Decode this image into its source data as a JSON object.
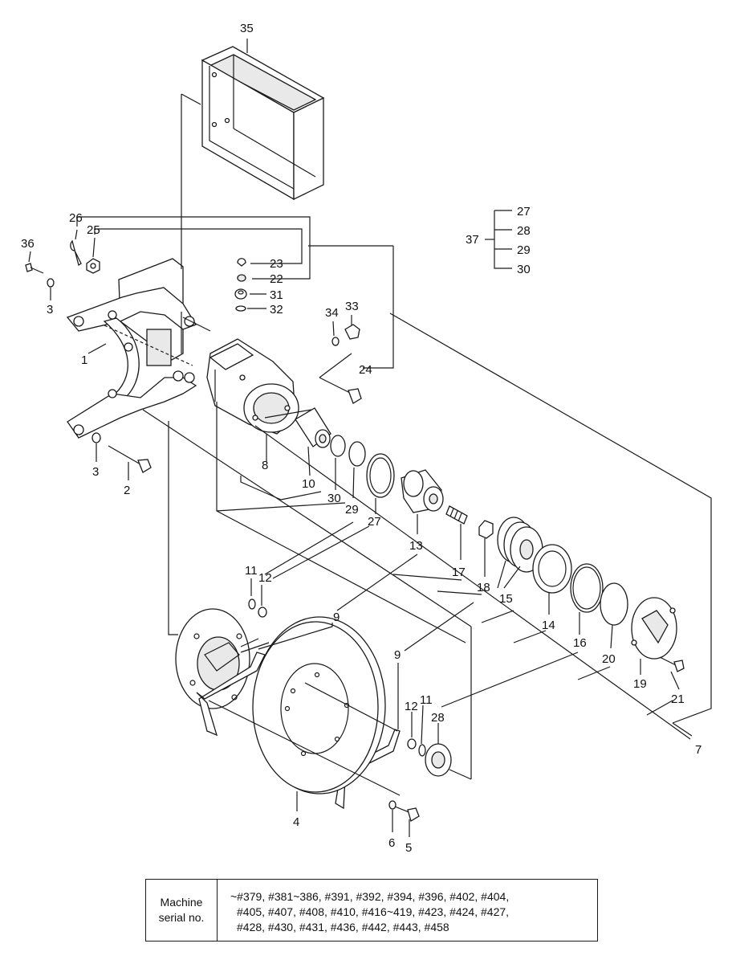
{
  "callouts": {
    "c1": "1",
    "c2": "2",
    "c3a": "3",
    "c3b": "3",
    "c4": "4",
    "c5": "5",
    "c6": "6",
    "c7": "7",
    "c8": "8",
    "c9a": "9",
    "c9b": "9",
    "c10": "10",
    "c11a": "11",
    "c11b": "11",
    "c12a": "12",
    "c12b": "12",
    "c13": "13",
    "c14": "14",
    "c15": "15",
    "c16": "16",
    "c17": "17",
    "c18": "18",
    "c19": "19",
    "c20": "20",
    "c21": "21",
    "c22": "22",
    "c23": "23",
    "c24": "24",
    "c25": "25",
    "c26": "26",
    "c27a": "27",
    "c27b": "27",
    "c28a": "28",
    "c28b": "28",
    "c29a": "29",
    "c29b": "29",
    "c30a": "30",
    "c30b": "30",
    "c31": "31",
    "c32": "32",
    "c33": "33",
    "c34": "34",
    "c35": "35",
    "c36": "36",
    "c37": "37"
  },
  "serial_table": {
    "label_line1": "Machine",
    "label_line2": "serial no.",
    "line1": "~#379, #381~386, #391, #392, #394, #396, #402, #404,",
    "line2": "#405, #407, #408, #410, #416~419, #423, #424, #427,",
    "line3": "#428, #430, #431, #436, #442, #443, #458"
  }
}
